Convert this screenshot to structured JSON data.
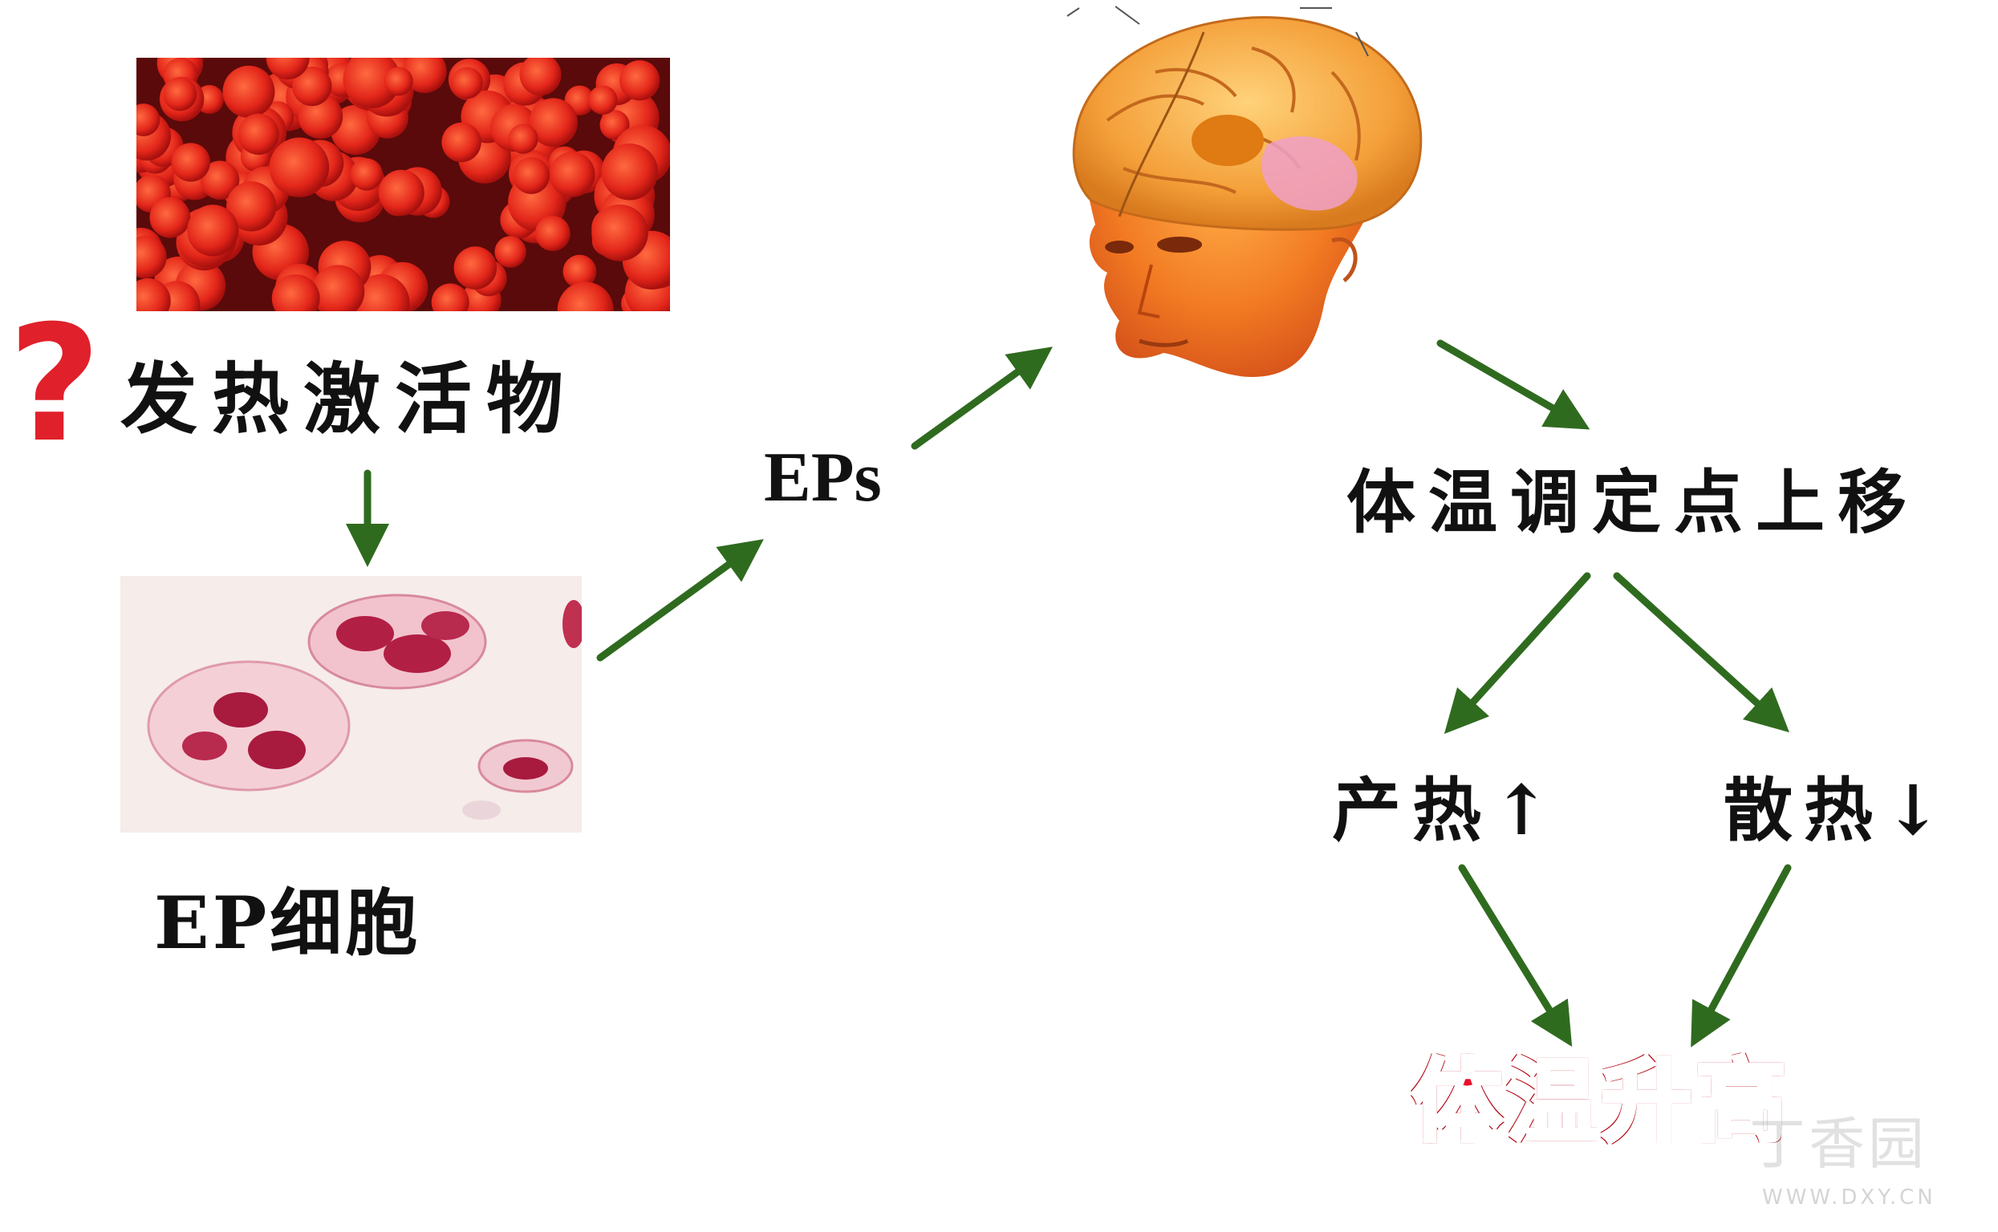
{
  "nodes": {
    "activator": "发热激活物",
    "question_mark": "?",
    "ep_cell": "EP细胞",
    "eps": "EPs",
    "set_point": "体温调定点上移",
    "heat_production": "产热↑",
    "heat_loss": "散热↓",
    "result": "体温升高"
  },
  "watermark": {
    "brand": "丁香园",
    "url": "WWW.DXY.CN"
  },
  "colors": {
    "arrow": "#2f6b1f",
    "result_text": "#e8102a",
    "question_mark": "#e0202a",
    "blood_cells": "#e8301c",
    "ep_cell_stain": "#c0304f",
    "brain": "#f07820"
  },
  "images": {
    "blood_cells": "red-blood-cells-micrograph",
    "ep_cells": "stained-leukocytes-micrograph",
    "brain": "head-with-brain-illustration"
  }
}
